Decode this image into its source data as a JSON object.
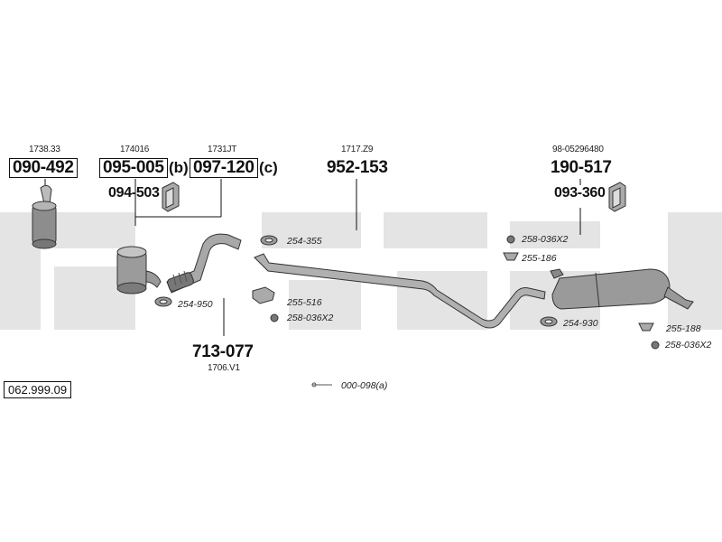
{
  "diagram_code": "062.999.09",
  "columns": [
    {
      "ref": "1738.33",
      "part": "090-492"
    },
    {
      "ref": "174016",
      "part": "095-005",
      "suffix": "(b)"
    },
    {
      "ref": "1731JT",
      "part": "097-120",
      "suffix": "(c)"
    },
    {
      "ref": "1717.Z9",
      "part": "952-153"
    },
    {
      "ref": "98-05296480",
      "part": "190-517"
    }
  ],
  "clamps": {
    "left": "094-503",
    "right": "093-360"
  },
  "front_pipe": {
    "part": "713-077",
    "ref": "1706.V1"
  },
  "hardware": {
    "h1": "254-355",
    "h2": "254-950",
    "h3": "255-516",
    "h4": "258-036X2",
    "h5": "258-036X2",
    "h6": "255-186",
    "h7": "254-930",
    "h8": "255-188",
    "h9": "258-036X2",
    "h10": "000-098(a)"
  },
  "colors": {
    "watermark": "#e2e2e2",
    "line": "#111111",
    "part": "#8c8c8c"
  }
}
